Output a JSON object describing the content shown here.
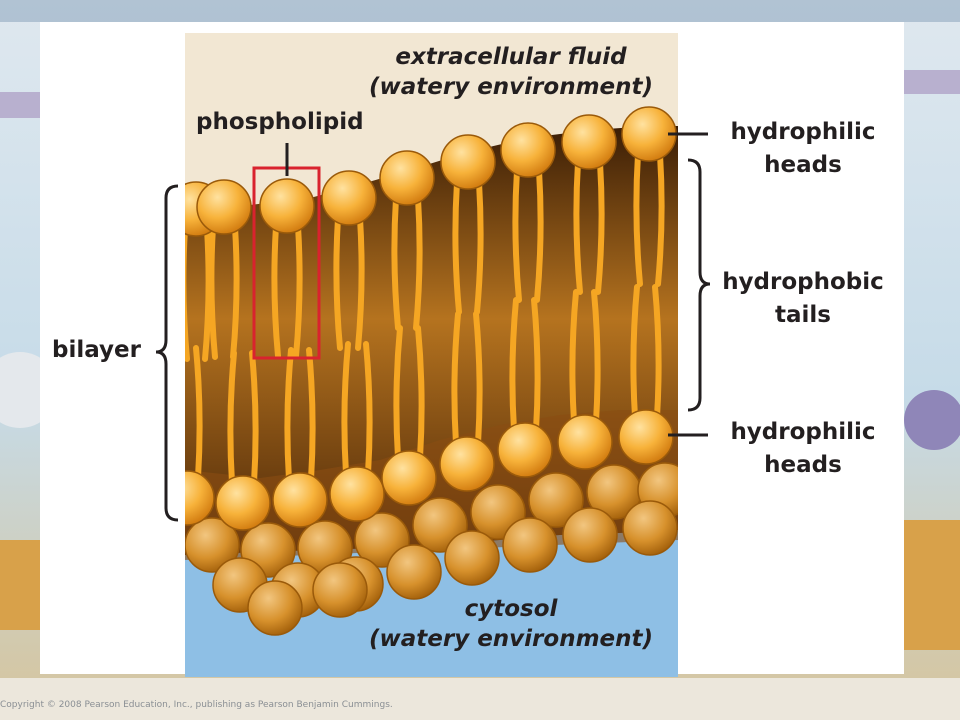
{
  "labels": {
    "extracellular_line1": "extracellular fluid",
    "extracellular_line2": "(watery environment)",
    "phospholipid": "phospholipid",
    "bilayer": "bilayer",
    "hydrophilic_top_line1": "hydrophilic",
    "hydrophilic_top_line2": "heads",
    "hydrophobic_line1": "hydrophobic",
    "hydrophobic_line2": "tails",
    "hydrophilic_bottom_line1": "hydrophilic",
    "hydrophilic_bottom_line2": "heads",
    "cytosol_line1": "cytosol",
    "cytosol_line2": "(watery environment)"
  },
  "footer": {
    "copyright": "Copyright © 2008 Pearson Education, Inc., publishing as Pearson Benjamin Cummings."
  },
  "colors": {
    "extracellular_fluid": "#f2e7d3",
    "cytosol": "#8ebfe5",
    "head_light": "#ffe2a0",
    "head_mid": "#f7b23a",
    "head_dark": "#d27c10",
    "tail": "#f5a623",
    "core_dark": "#3a1d06",
    "core_light": "#b5731f",
    "highlight_box": "#d9232e",
    "label_text": "#231f20"
  }
}
